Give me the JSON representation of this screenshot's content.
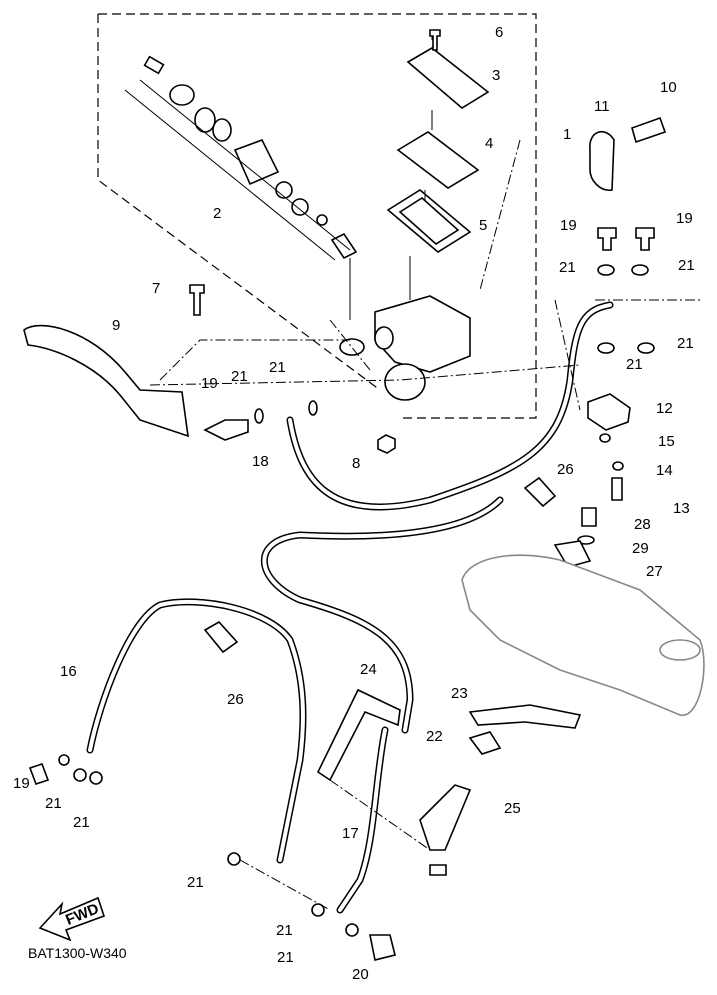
{
  "diagram": {
    "code": "BAT1300-W340",
    "fwd_label": "FWD",
    "callouts": [
      "1",
      "2",
      "3",
      "4",
      "5",
      "6",
      "7",
      "8",
      "9",
      "10",
      "11",
      "12",
      "13",
      "14",
      "15",
      "16",
      "17",
      "18",
      "19",
      "19",
      "19",
      "19",
      "20",
      "21",
      "21",
      "21",
      "21",
      "21",
      "21",
      "21",
      "21",
      "21",
      "21",
      "21",
      "22",
      "23",
      "24",
      "25",
      "26",
      "26",
      "27",
      "28",
      "29"
    ]
  }
}
